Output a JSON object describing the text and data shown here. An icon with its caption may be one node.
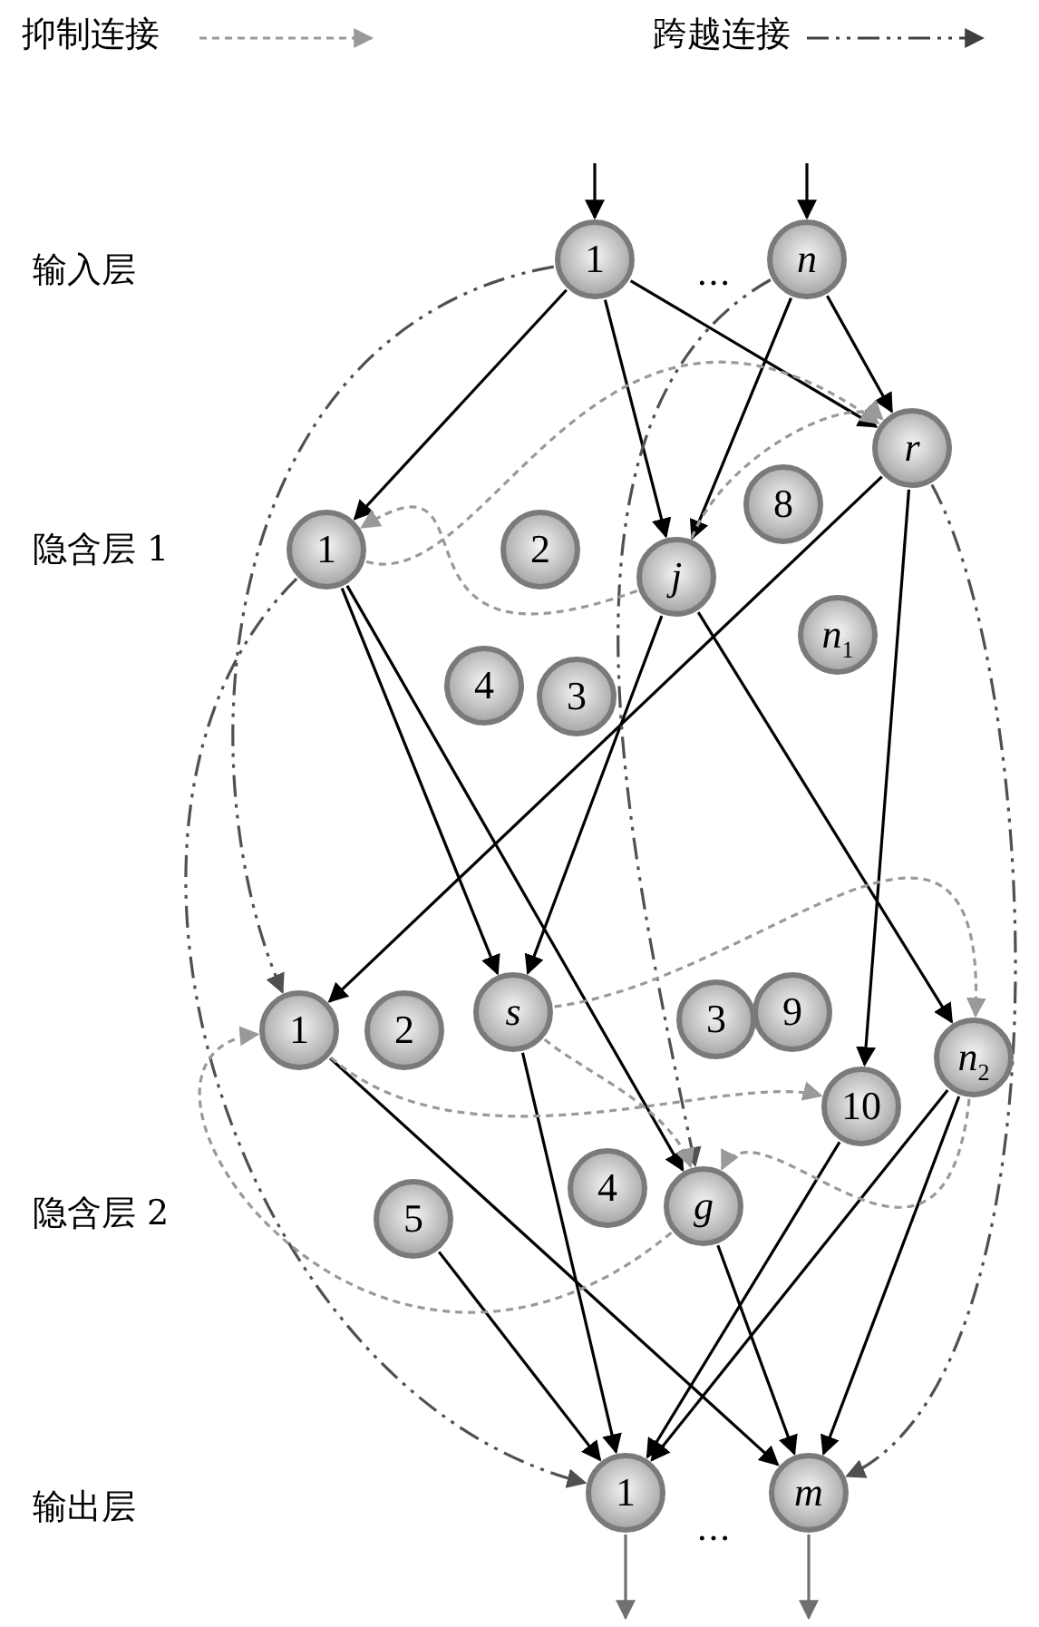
{
  "diagram": {
    "nodes": [
      {
        "text": [
          "1"
        ]
      },
      {
        "text": [
          "n"
        ]
      },
      {
        "text": [
          "r"
        ]
      },
      {
        "text": [
          "1"
        ]
      },
      {
        "text": [
          "2"
        ]
      },
      {
        "text": [
          "j"
        ]
      },
      {
        "text": [
          "8"
        ]
      },
      {
        "text": [
          "*n*$_{1}$"
        ]
      },
      {
        "text": [
          "4"
        ]
      },
      {
        "text": [
          "3"
        ]
      },
      {
        "text": [
          "1"
        ]
      },
      {
        "text": [
          "2"
        ]
      },
      {
        "text": [
          "s"
        ]
      },
      {
        "text": [
          "3"
        ]
      },
      {
        "text": [
          "9"
        ]
      },
      {
        "text": [
          "*n*$_{2}$"
        ]
      },
      {
        "text": [
          "10"
        ]
      },
      {
        "text": [
          "5"
        ]
      },
      {
        "text": [
          "4"
        ]
      },
      {
        "text": [
          "g"
        ]
      },
      {
        "text": [
          "1"
        ]
      },
      {
        "text": [
          "m"
        ]
      }
    ],
    "edges": [
      {
        "from": null,
        "to": 0,
        "arrow": "to"
      },
      {
        "from": null,
        "to": 1,
        "arrow": "to"
      },
      {
        "from": 0,
        "to": 3,
        "arrow": "to"
      },
      {
        "from": 0,
        "to": 5,
        "arrow": "to"
      },
      {
        "from": 0,
        "to": 2,
        "arrow": "to"
      },
      {
        "from": 1,
        "to": 5,
        "arrow": "to"
      },
      {
        "from": 1,
        "to": 2,
        "arrow": "to"
      },
      {
        "from": 3,
        "to": 12,
        "arrow": "to"
      },
      {
        "from": 3,
        "to": 19,
        "arrow": "to"
      },
      {
        "from": 5,
        "to": 12,
        "arrow": "to"
      },
      {
        "from": 5,
        "to": 15,
        "arrow": "to"
      },
      {
        "from": 2,
        "to": 10,
        "arrow": "to"
      },
      {
        "from": 2,
        "to": 16,
        "arrow": "to"
      },
      {
        "from": 10,
        "to": 21,
        "arrow": "to"
      },
      {
        "from": 12,
        "to": 20,
        "arrow": "to"
      },
      {
        "from": 17,
        "to": 20,
        "arrow": "to"
      },
      {
        "from": 19,
        "to": 21,
        "arrow": "to"
      },
      {
        "from": 16,
        "to": 20,
        "arrow": "to"
      },
      {
        "from": 15,
        "to": 20,
        "arrow": "to"
      },
      {
        "from": 15,
        "to": 21,
        "arrow": "to"
      },
      {
        "from": 20,
        "to": null,
        "arrow": "to",
        "color": "#707070"
      },
      {
        "from": 21,
        "to": null,
        "arrow": "to",
        "color": "#707070"
      },
      {
        "from": 0,
        "to": 10,
        "arrow": "to",
        "style": "dashed",
        "color": "#505050"
      },
      {
        "from": 3,
        "to": 20,
        "arrow": "to",
        "style": "dashed",
        "color": "#505050"
      },
      {
        "from": 1,
        "to": 19,
        "arrow": "to",
        "style": "dashed",
        "color": "#505050"
      },
      {
        "from": 2,
        "to": 21,
        "arrow": "to",
        "style": "dashed",
        "color": "#505050"
      },
      {
        "from": 5,
        "to": 3,
        "arrow": "to",
        "style": "dashed",
        "color": "#999999"
      },
      {
        "from": 3,
        "to": 2,
        "arrow": "to",
        "style": "dashed",
        "color": "#999999"
      },
      {
        "from": 5,
        "to": 2,
        "arrow": "to",
        "style": "dashed",
        "color": "#999999"
      },
      {
        "from": 19,
        "to": 10,
        "arrow": "to",
        "style": "dashed",
        "color": "#999999"
      },
      {
        "from": 10,
        "to": 16,
        "arrow": "to",
        "style": "dashed",
        "color": "#999999"
      },
      {
        "from": 12,
        "to": 19,
        "arrow": "to",
        "style": "dashed",
        "color": "#999999"
      },
      {
        "from": 12,
        "to": 15,
        "arrow": "to",
        "style": "dashed",
        "color": "#999999"
      },
      {
        "from": 15,
        "to": 19,
        "arrow": "to",
        "style": "dashed",
        "color": "#999999"
      }
    ],
    "labels": [
      "输入层",
      "…",
      "隐含层 1",
      "隐含层 2",
      "输出层",
      "…"
    ],
    "legend": [
      {
        "text": "抑制连接"
      },
      {
        "text": "跨越连接"
      }
    ]
  }
}
